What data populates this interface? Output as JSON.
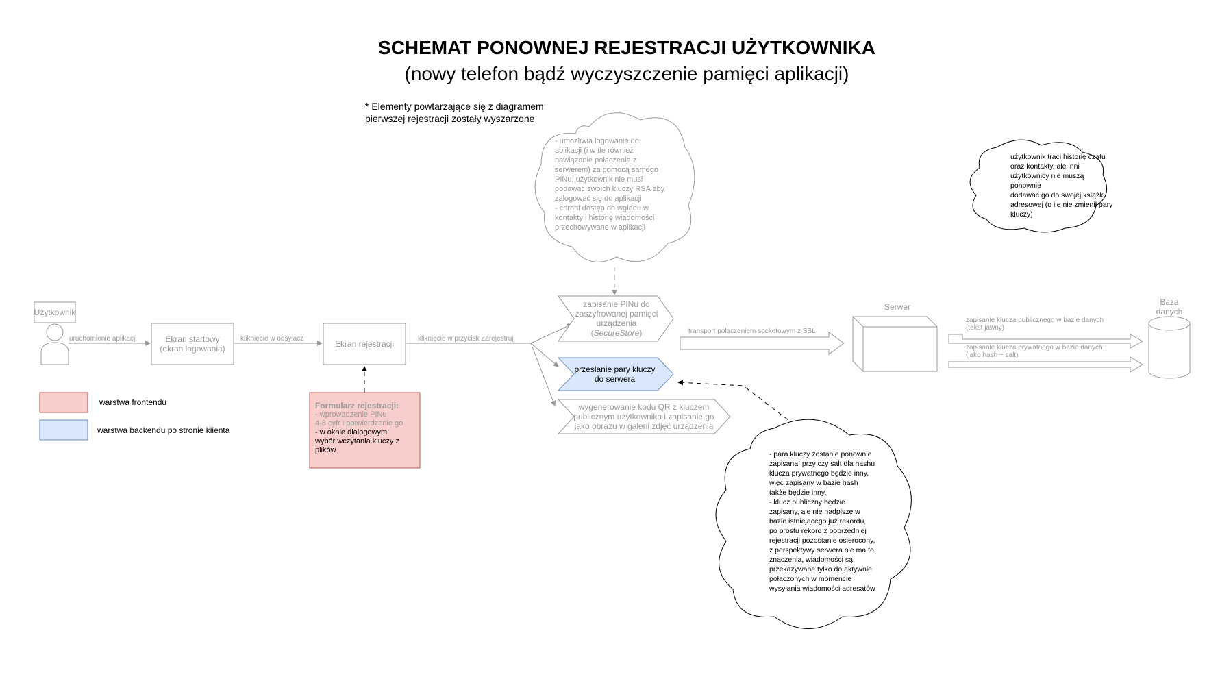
{
  "title": "SCHEMAT PONOWNEJ REJESTRACJI UŻYTKOWNIKA",
  "subtitle": "(nowy telefon bądź wyczyszczenie pamięci aplikacji)",
  "note": "* Elementy powtarzające się z diagramem\npierwszej rejestracji zostały wyszarzone",
  "actor": {
    "label": "Użytkownik"
  },
  "nodes": {
    "start_screen": "Ekran startowy\n(ekran logowania)",
    "register_screen": "Ekran rejestracji",
    "save_pin": "zapisanie PINu do zaszyfrowanej pamięci urządzenia (",
    "save_pin_italic": "SecureStore",
    "save_pin_end": ")",
    "send_keys": "przesłanie pary kluczy do serwera",
    "generate_qr": "wygenerowanie kodu QR z kluczem publicznym użytkownika i zapisanie go jako obrazu w galerii zdjęć urządzenia",
    "server": "Serwer",
    "database": "Baza\ndanych"
  },
  "edges": {
    "launch": "uruchomienie aplikacji",
    "click_link": "kliknięcie w odsyłacz",
    "click_register": "kliknięcie w przycisk Zarejestruj",
    "transport": "transport połączeniem socketowym z SSL",
    "save_public": "zapisanie klucza publicznego w bazie danych\n(tekst jawny)",
    "save_private": "zapisanie klucza prywatnego w bazie danych\n(jako hash + salt)"
  },
  "form": {
    "title": "Formularz rejestracji:",
    "line_pin": "- wprowadzenie PINu\n4-8 cyfr i potwierdzenie go",
    "line_dialog": "- w oknie dialogowym\nwybór wczytania kluczy z\nplików"
  },
  "clouds": {
    "pin_info": "- umożliwia logowanie do\naplikacji (i w tle również\nnawiązanie połączenia z\nserwerem) za pomocą samego\nPINu, użytkownik nie musi\npodawać swoich kluczy RSA aby\nzalogować się do aplikacji\n- chroni dostęp do wglądu w\nkontakty i historię wiadomości\nprzechowywane w aplikacji",
    "history_info": "użytkownik traci historię czatu\noraz kontakty, ale inni\nużytkownicy nie muszą ponownie\ndodawać go do swojej książki\nadresowej (o ile nie zmienił pary\nkluczy)",
    "keys_info": "- para kluczy zostanie ponownie\nzapisana, przy czy salt dla hashu\nklucza prywatnego będzie inny,\nwięc zapisany w bazie hash\ntakże będzie inny.\n- klucz publiczny będzie\nzapisany, ale nie nadpisze w\nbazie istniejącego już rekordu,\npo prostu rekord z poprzedniej\nrejestracji pozostanie osierocony,\nz perspektywy serwera nie ma to\nznaczenia, wiadomości są\nprzekazywane tylko do aktywnie\npołączonych w momencie\nwysyłania wiadomości adresatów"
  },
  "legend": {
    "frontend": "warstwa frontendu",
    "backend": "warstwa backendu po stronie klienta"
  },
  "colors": {
    "frontend_fill": "#f8cecc",
    "frontend_stroke": "#b85450",
    "backend_fill": "#dae8fc",
    "backend_stroke": "#6c8ebf",
    "greyed": "#999999"
  }
}
